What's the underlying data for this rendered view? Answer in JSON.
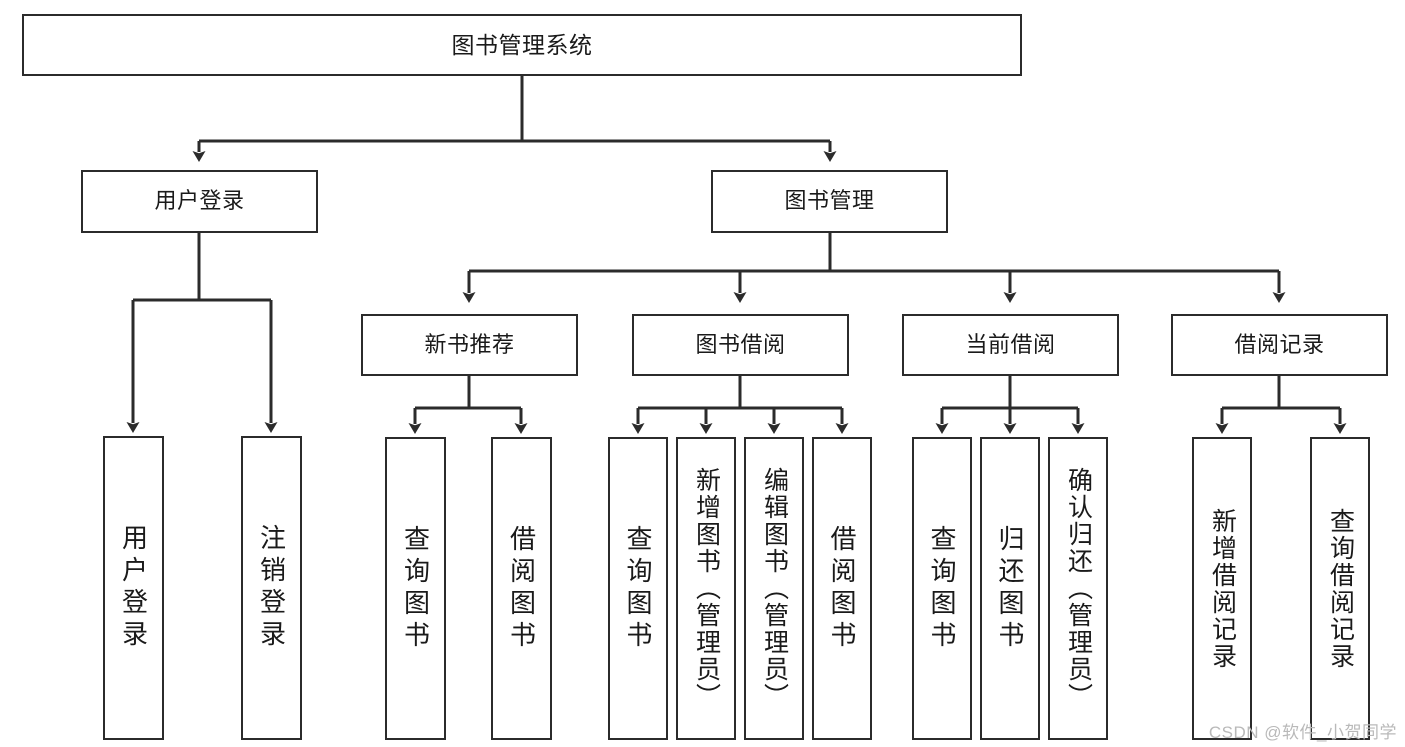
{
  "diagram": {
    "title": "图书管理系统",
    "type": "tree",
    "watermark": "CSDN @软件_小贺同学",
    "levels": {
      "root": "图书管理系统",
      "level1": [
        "用户登录",
        "图书管理"
      ],
      "level2": [
        "新书推荐",
        "图书借阅",
        "当前借阅",
        "借阅记录"
      ]
    },
    "nodes": {
      "root": {
        "label": "图书管理系统"
      },
      "user_login": {
        "label": "用户登录"
      },
      "book_manage": {
        "label": "图书管理"
      },
      "new_book_rec": {
        "label": "新书推荐"
      },
      "book_borrow": {
        "label": "图书借阅"
      },
      "current_borrow": {
        "label": "当前借阅"
      },
      "borrow_record": {
        "label": "借阅记录"
      },
      "leaf_user_login": {
        "label": "用户登录"
      },
      "leaf_logout": {
        "label": "注销登录"
      },
      "leaf_query_book_1": {
        "label": "查询图书"
      },
      "leaf_borrow_book_1": {
        "label": "借阅图书"
      },
      "leaf_query_book_2": {
        "label": "查询图书"
      },
      "leaf_add_book_admin": {
        "label": "新增图书（管理员）"
      },
      "leaf_edit_book_admin": {
        "label": "编辑图书（管理员）"
      },
      "leaf_borrow_book_2": {
        "label": "借阅图书"
      },
      "leaf_query_book_3": {
        "label": "查询图书"
      },
      "leaf_return_book": {
        "label": "归还图书"
      },
      "leaf_confirm_return_admin": {
        "label": "确认归还（管理员）"
      },
      "leaf_add_record": {
        "label": "新增借阅记录"
      },
      "leaf_query_record": {
        "label": "查询借阅记录"
      }
    },
    "edges": [
      {
        "from": "root",
        "to": "user_login"
      },
      {
        "from": "root",
        "to": "book_manage"
      },
      {
        "from": "user_login",
        "to": "leaf_user_login"
      },
      {
        "from": "user_login",
        "to": "leaf_logout"
      },
      {
        "from": "book_manage",
        "to": "new_book_rec"
      },
      {
        "from": "book_manage",
        "to": "book_borrow"
      },
      {
        "from": "book_manage",
        "to": "current_borrow"
      },
      {
        "from": "book_manage",
        "to": "borrow_record"
      },
      {
        "from": "new_book_rec",
        "to": "leaf_query_book_1"
      },
      {
        "from": "new_book_rec",
        "to": "leaf_borrow_book_1"
      },
      {
        "from": "book_borrow",
        "to": "leaf_query_book_2"
      },
      {
        "from": "book_borrow",
        "to": "leaf_add_book_admin"
      },
      {
        "from": "book_borrow",
        "to": "leaf_edit_book_admin"
      },
      {
        "from": "book_borrow",
        "to": "leaf_borrow_book_2"
      },
      {
        "from": "current_borrow",
        "to": "leaf_query_book_3"
      },
      {
        "from": "current_borrow",
        "to": "leaf_return_book"
      },
      {
        "from": "current_borrow",
        "to": "leaf_confirm_return_admin"
      },
      {
        "from": "borrow_record",
        "to": "leaf_add_record"
      },
      {
        "from": "borrow_record",
        "to": "leaf_query_record"
      }
    ],
    "colors": {
      "stroke": "#2b2b2b",
      "fill": "#ffffff",
      "text": "#1a1a1a",
      "watermark": "#b9b9b9"
    }
  }
}
